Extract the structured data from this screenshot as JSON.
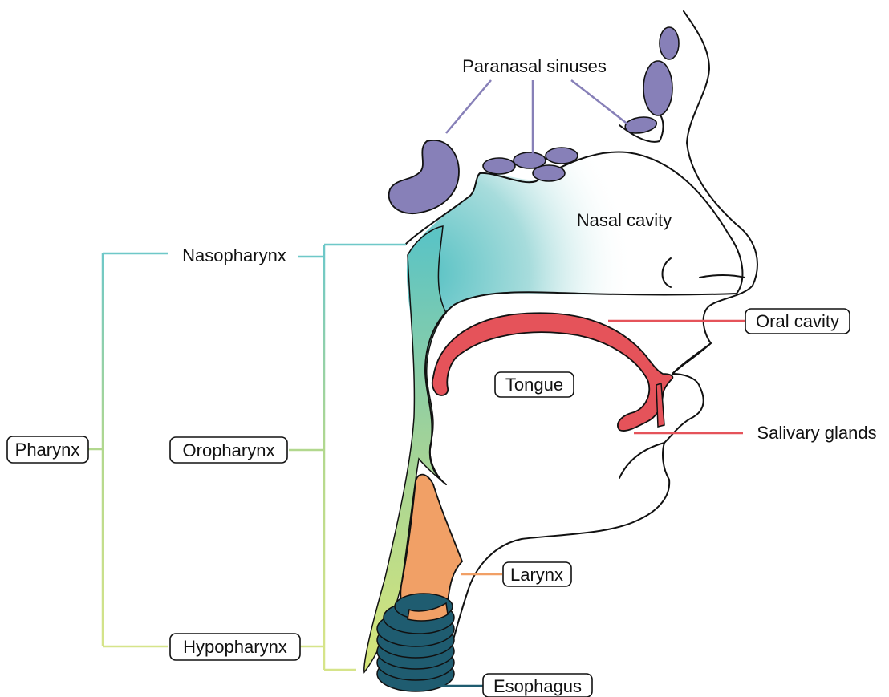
{
  "colors": {
    "sinus": "#8780b8",
    "nasopharynx_line": "#6ec8c8",
    "oropharynx_line": "#b2d88e",
    "hypopharynx_line": "#d6e48a",
    "oral_cavity": "#e5535a",
    "larynx": "#f1a066",
    "esophagus": "#1f5c70",
    "outline": "#111111"
  },
  "labels": {
    "paranasal_sinuses": "Paranasal sinuses",
    "nasal_cavity": "Nasal cavity",
    "oral_cavity": "Oral cavity",
    "tongue": "Tongue",
    "salivary_glands": "Salivary glands",
    "pharynx": "Pharynx",
    "nasopharynx": "Nasopharynx",
    "oropharynx": "Oropharynx",
    "hypopharynx": "Hypopharynx",
    "larynx": "Larynx",
    "esophagus": "Esophagus"
  }
}
